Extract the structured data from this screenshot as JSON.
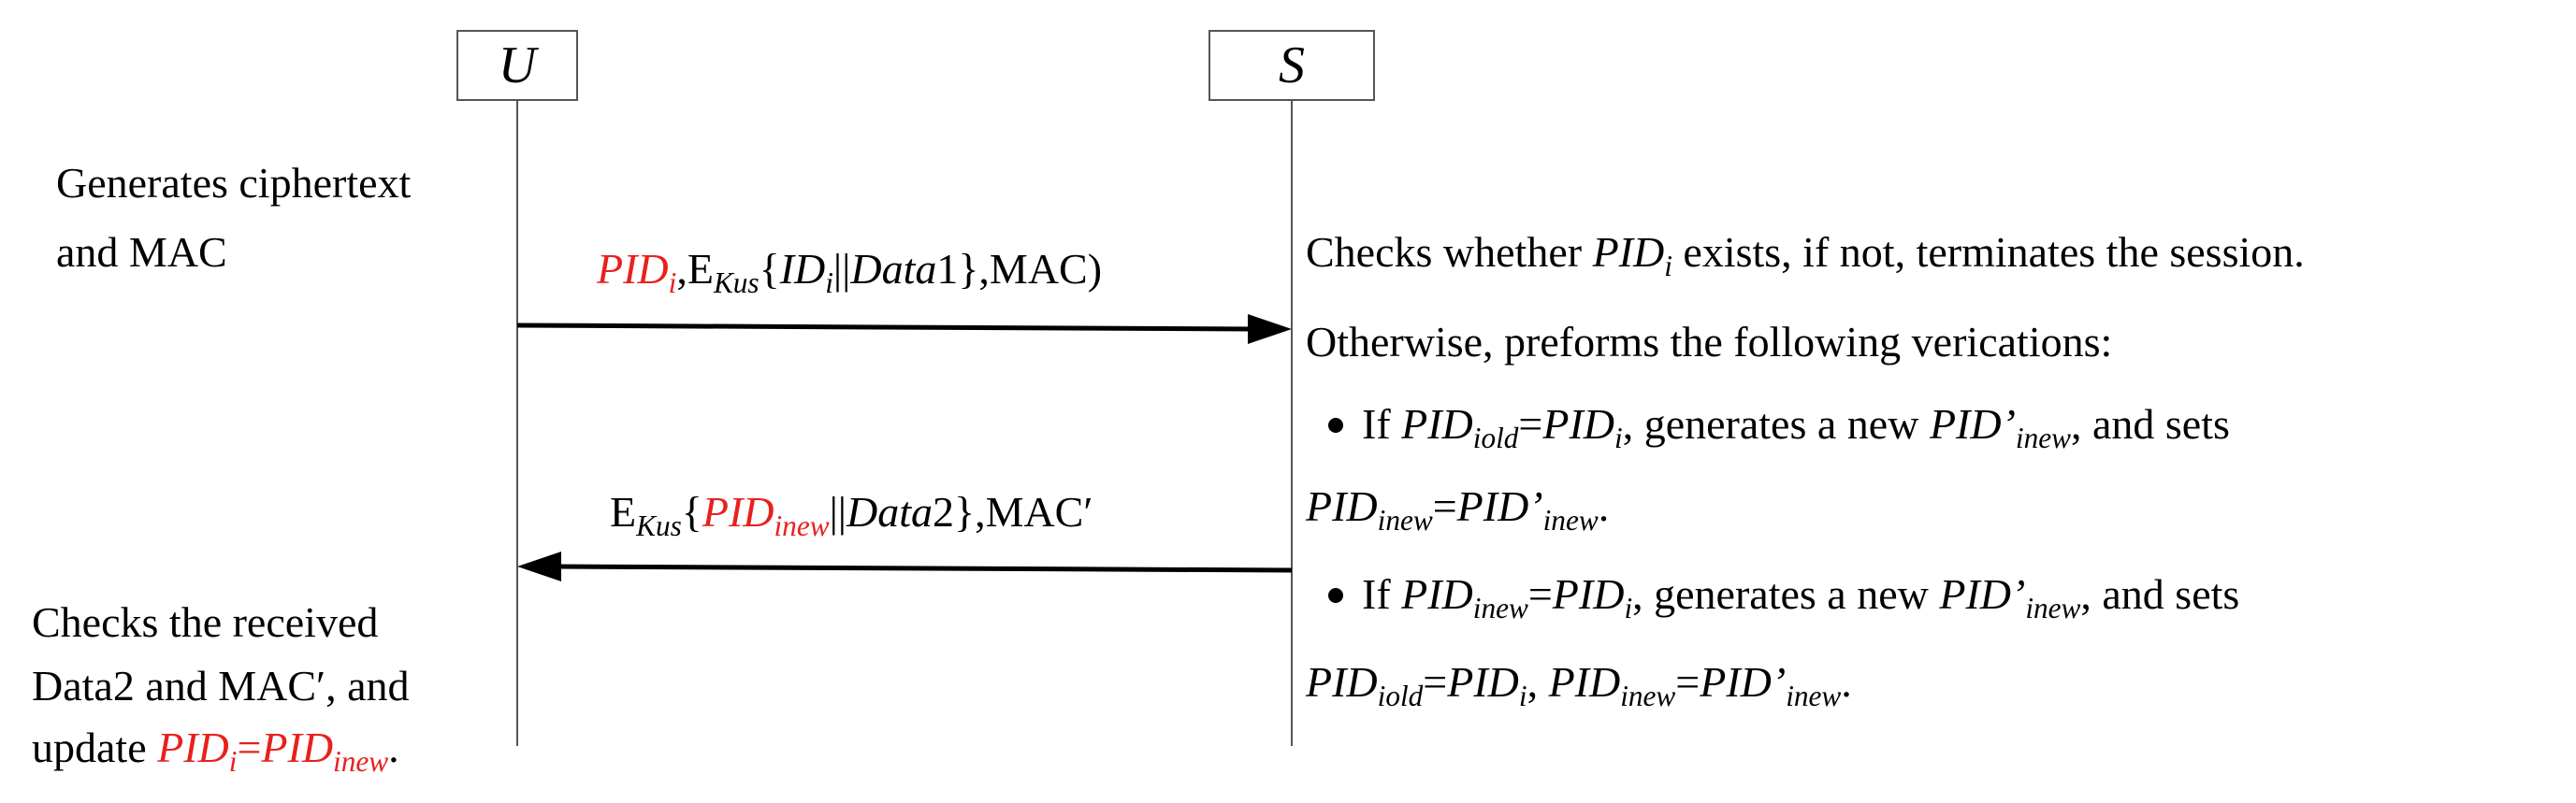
{
  "entities": {
    "u": "U",
    "s": "S"
  },
  "colors": {
    "highlight": "#e8201d",
    "line": "#000000",
    "box_border": "#555555"
  },
  "u_generate": {
    "line1": "Generates ciphertext",
    "line2": "and MAC"
  },
  "msg1": {
    "pid": "PID",
    "pid_sub": "i",
    "e": ",E",
    "kus": "Kus",
    "brace_open": "{",
    "id": "ID",
    "id_sub": "i",
    "concat": "||",
    "data": "Data",
    "data_num": "1",
    "tail": "},MAC)"
  },
  "msg2": {
    "e": "E",
    "kus": "Kus",
    "brace_open": "{",
    "pid": "PID",
    "pid_sub": "inew",
    "concat": "||",
    "data": "Data",
    "data_num": "2",
    "tail": "},MAC′"
  },
  "s_checks": {
    "line1_a": "Checks whether ",
    "line1_pid": "PID",
    "line1_sub": "i",
    "line1_b": " exists,  if not, terminates the session.",
    "line2": "Otherwise, preforms the following verications:",
    "line3_a": "If ",
    "line3_pid1": "PID",
    "line3_sub1": "iold",
    "line3_eq": "=",
    "line3_pid2": "PID",
    "line3_sub2": "i",
    "line3_b": ", generates a new ",
    "line3_pid3": "PID’",
    "line3_sub3": "inew",
    "line3_c": ", and sets",
    "line4_pid1": "PID",
    "line4_sub1": "inew",
    "line4_eq": "=",
    "line4_pid2": "PID’",
    "line4_sub2": "inew",
    "line4_end": ".",
    "line5_a": "If ",
    "line5_pid1": "PID",
    "line5_sub1": "inew",
    "line5_eq": "=",
    "line5_pid2": "PID",
    "line5_sub2": "i",
    "line5_b": ", generates a new ",
    "line5_pid3": "PID’",
    "line5_sub3": "inew",
    "line5_c": ", and sets",
    "line6_pid1": "PID",
    "line6_sub1": "iold",
    "line6_eq1": "=",
    "line6_pid2": "PID",
    "line6_sub2": "i",
    "line6_comma": ", ",
    "line6_pid3": "PID",
    "line6_sub3": "inew",
    "line6_eq2": "=",
    "line6_pid4": "PID’",
    "line6_sub4": "inew",
    "line6_end": "."
  },
  "u_checks": {
    "line1": "Checks the received",
    "line2": "Data2 and MAC′, and",
    "line3_a": "update ",
    "line3_pid1": "PID",
    "line3_sub1": "i",
    "line3_eq": "=",
    "line3_pid2": "PID",
    "line3_sub2": "inew",
    "line3_end": "."
  }
}
